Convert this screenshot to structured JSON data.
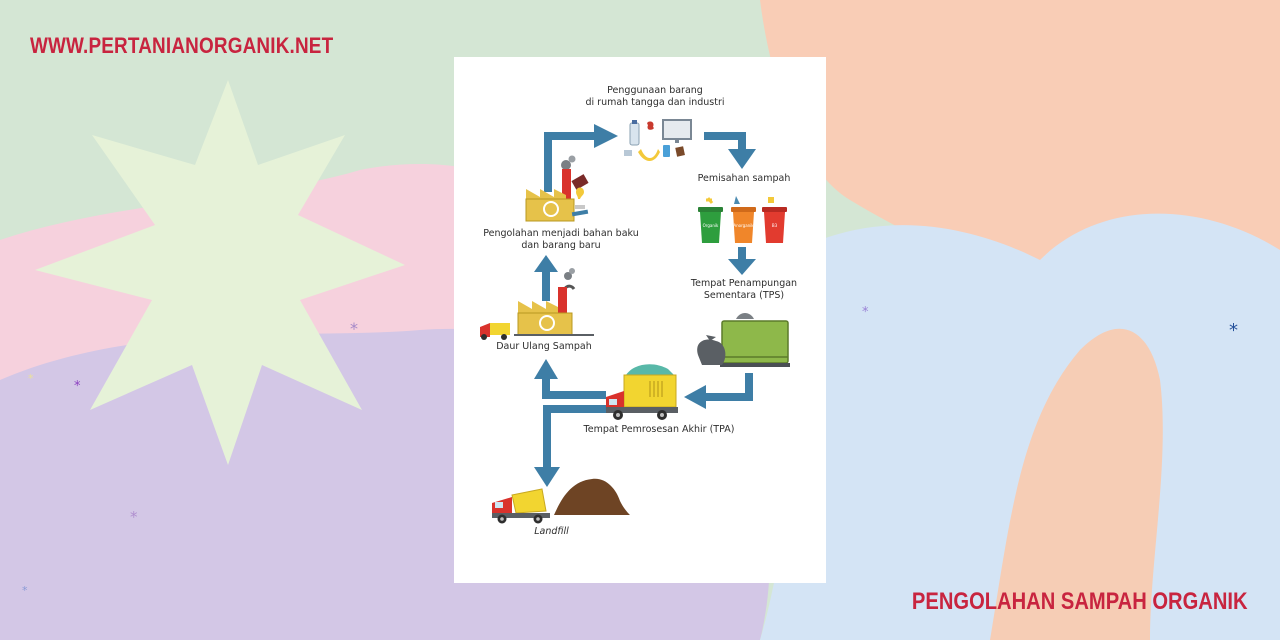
{
  "header": {
    "site_url": "WWW.PERTANIANORGANIK.NET"
  },
  "footer": {
    "title": "PENGOLAHAN SAMPAH ORGANIK"
  },
  "diagram": {
    "steps": {
      "usage": "Penggunaan barang\ndi rumah tangga dan industri",
      "separation": "Pemisahan sampah",
      "tps": "Tempat Penampungan\nSementara (TPS)",
      "tpa": "Tempat Pemrosesan Akhir (TPA)",
      "landfill": "Landfill",
      "recycle": "Daur Ulang Sampah",
      "processing": "Pengolahan menjadi bahan baku\ndan barang baru"
    },
    "bin_labels": [
      "Organik",
      "Anorganik",
      "B3"
    ],
    "colors": {
      "accent": "#c8243f",
      "arrow": "#3e7ea6",
      "bin_green": "#2e9e3e",
      "bin_orange": "#f0862a",
      "bin_red": "#e23b2f",
      "factory": "#e6c24a",
      "truck_body": "#f2d530",
      "truck_cab": "#d9322c",
      "container": "#8eb84a",
      "soil": "#6e4424"
    }
  }
}
